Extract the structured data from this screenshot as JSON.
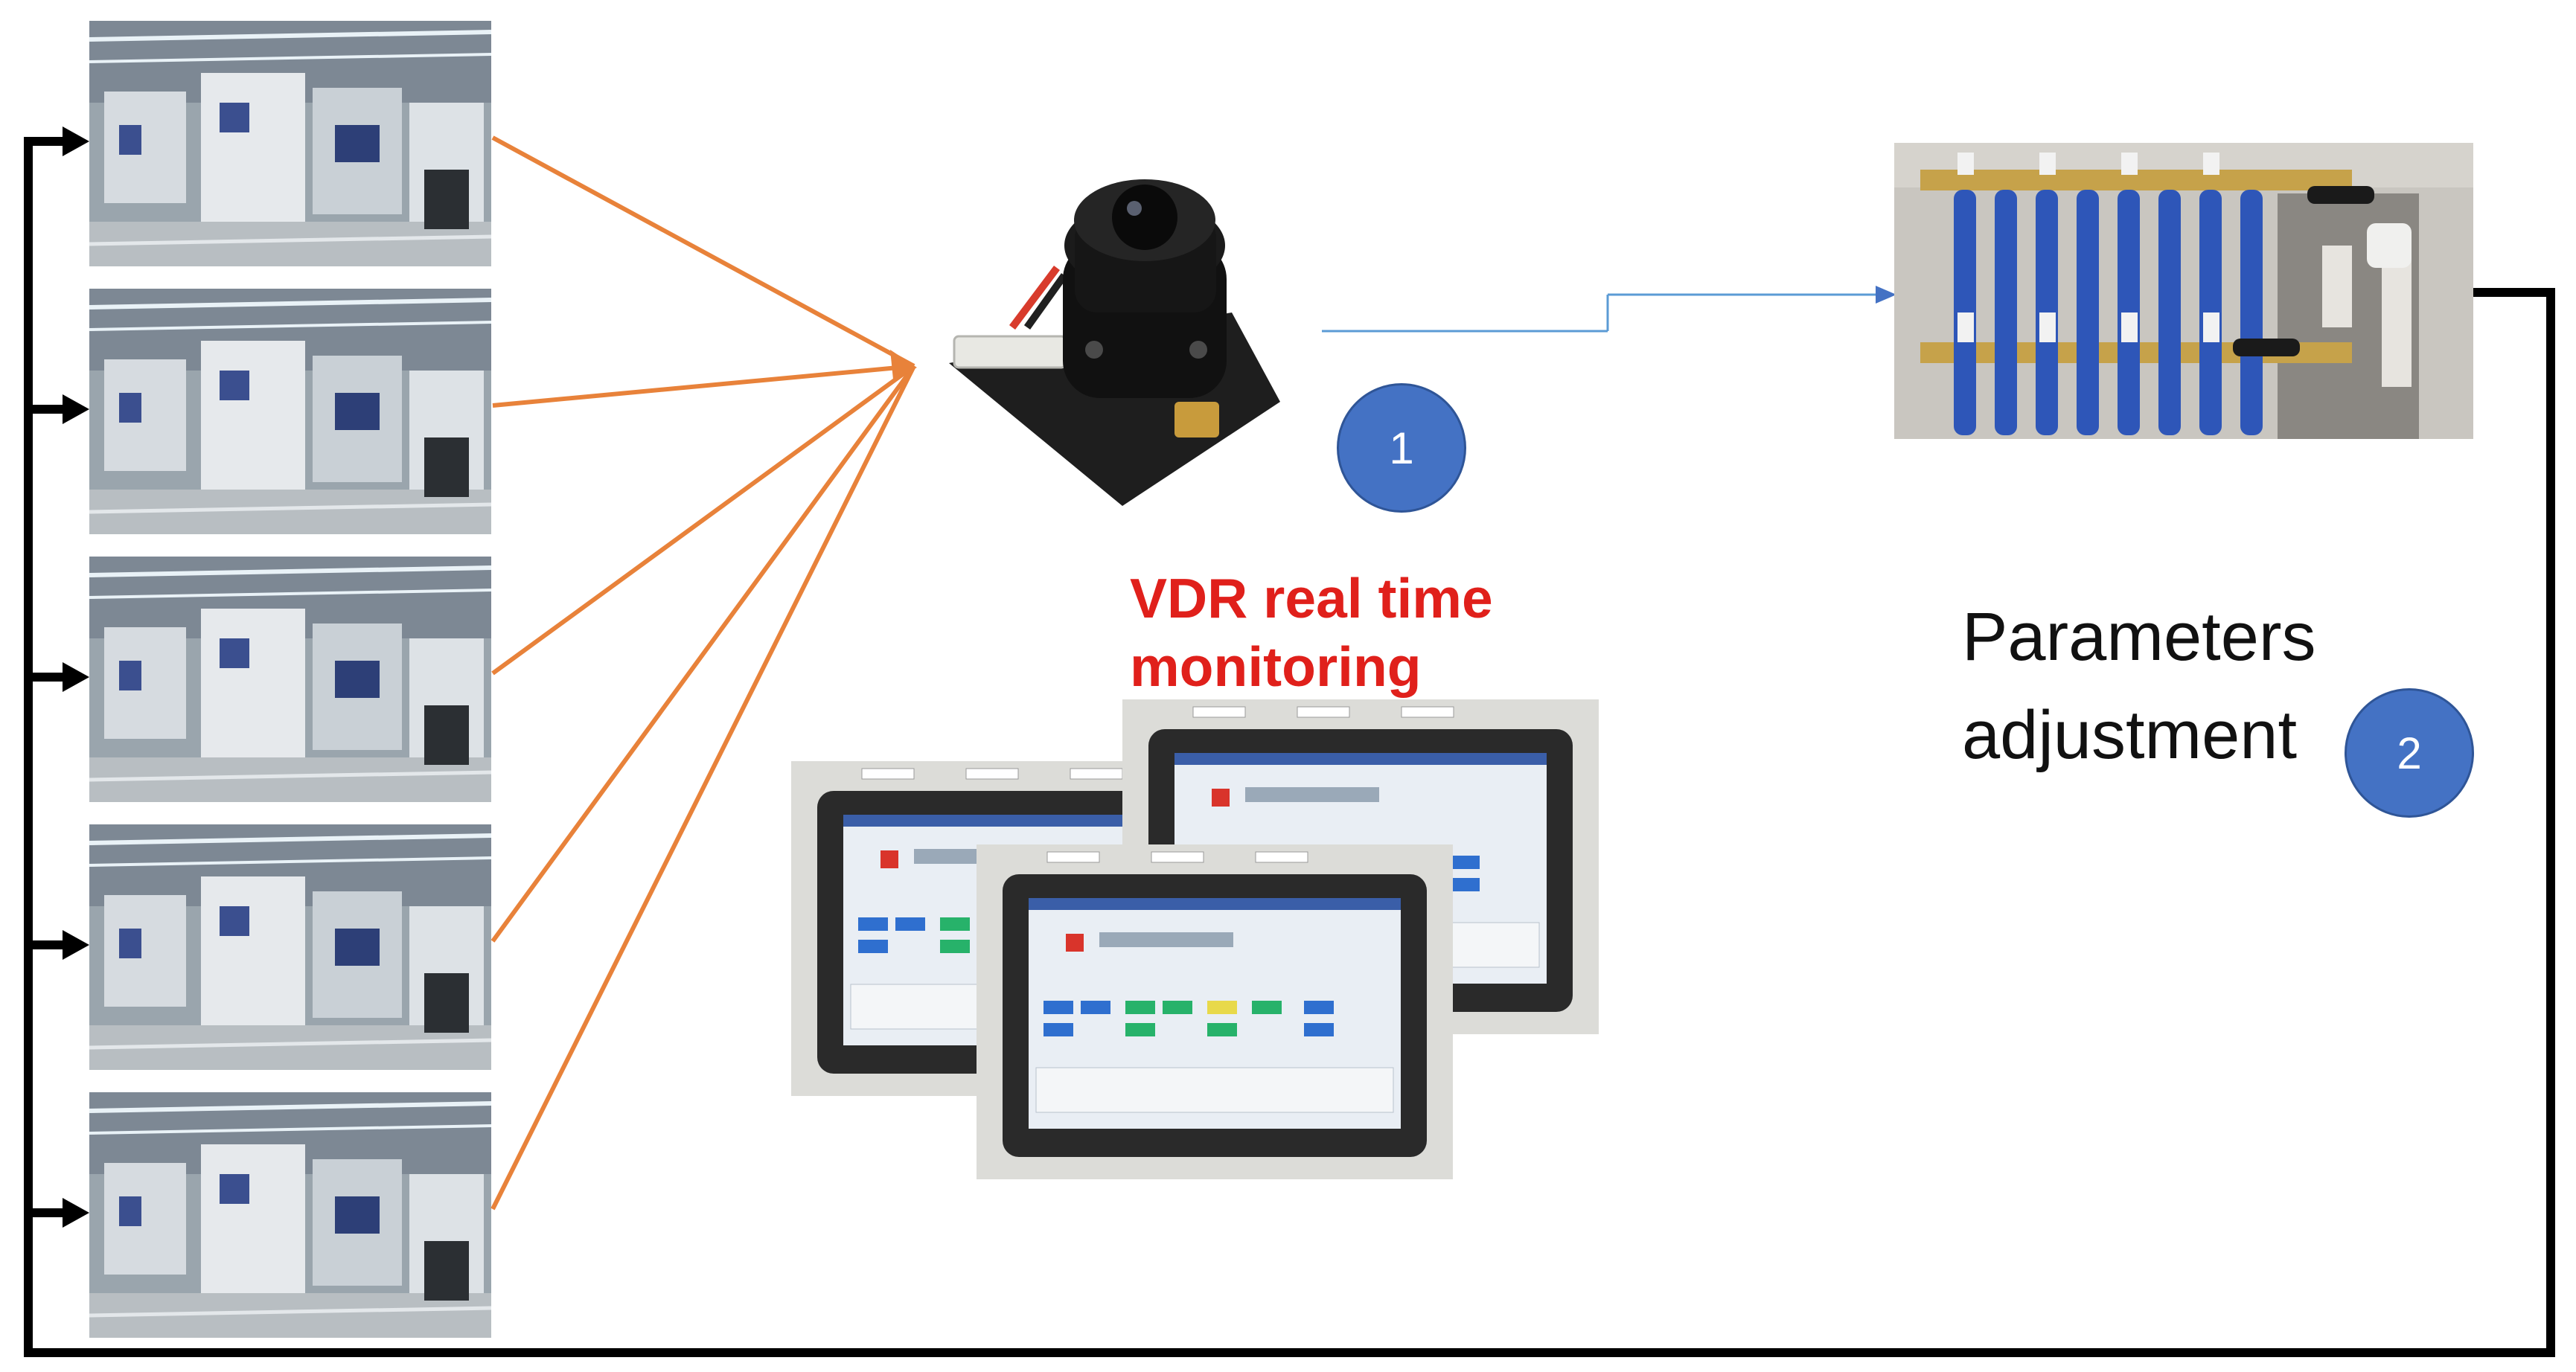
{
  "diagram": {
    "label_monitoring": "VDR real time monitoring",
    "label_adjustment": "Parameters adjustment",
    "badge_1": "1",
    "badge_2": "2",
    "factory_images": [
      "factory-line-1",
      "factory-line-2",
      "factory-line-3",
      "factory-line-4",
      "factory-line-5"
    ],
    "colors": {
      "orange_connector": "#e8823a",
      "feedback_loop": "#000000",
      "camera_link": "#5b9bd5",
      "badge": "#4472c4",
      "monitoring_label": "#e0201b"
    }
  }
}
